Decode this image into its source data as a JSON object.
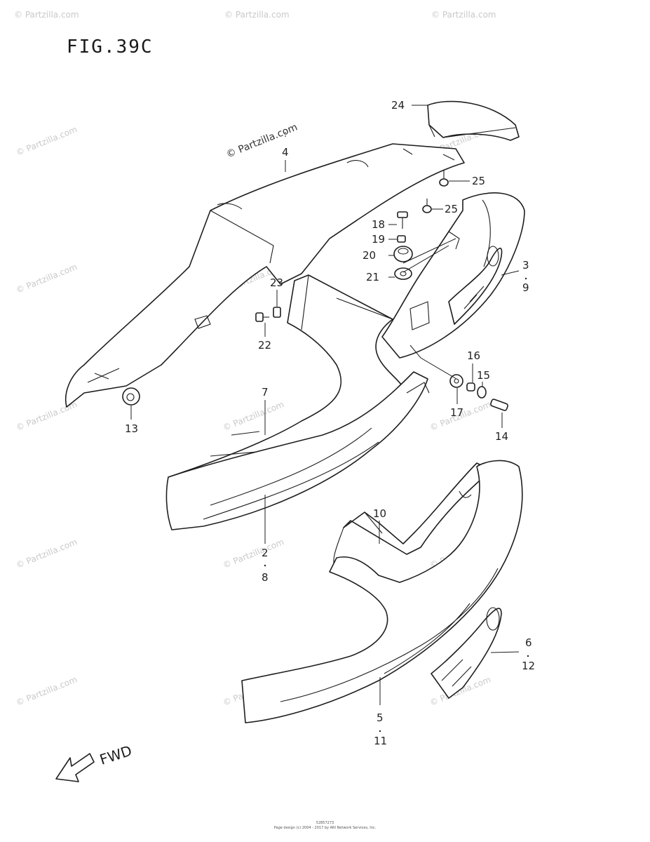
{
  "figure": {
    "title": "FIG.39C"
  },
  "watermark": {
    "text": "© Partzilla.com",
    "label": "© Partzilla.com"
  },
  "callouts": {
    "c24": "24",
    "c4": "4",
    "c25a": "25",
    "c25b": "25",
    "c18": "18",
    "c19": "19",
    "c20": "20",
    "c21": "21",
    "c3": "3",
    "c9": "9",
    "c23": "23",
    "c22": "22",
    "c16": "16",
    "c15": "15",
    "c17": "17",
    "c14": "14",
    "c13": "13",
    "c7": "7",
    "c2": "2",
    "c8": "8",
    "c10": "10",
    "c6": "6",
    "c12": "12",
    "c5": "5",
    "c11": "11"
  },
  "direction": {
    "label": "FWD"
  },
  "footer": {
    "line1": "52857273",
    "line2": "Page design (c) 2004 - 2017 by ARI Network Services, Inc."
  }
}
